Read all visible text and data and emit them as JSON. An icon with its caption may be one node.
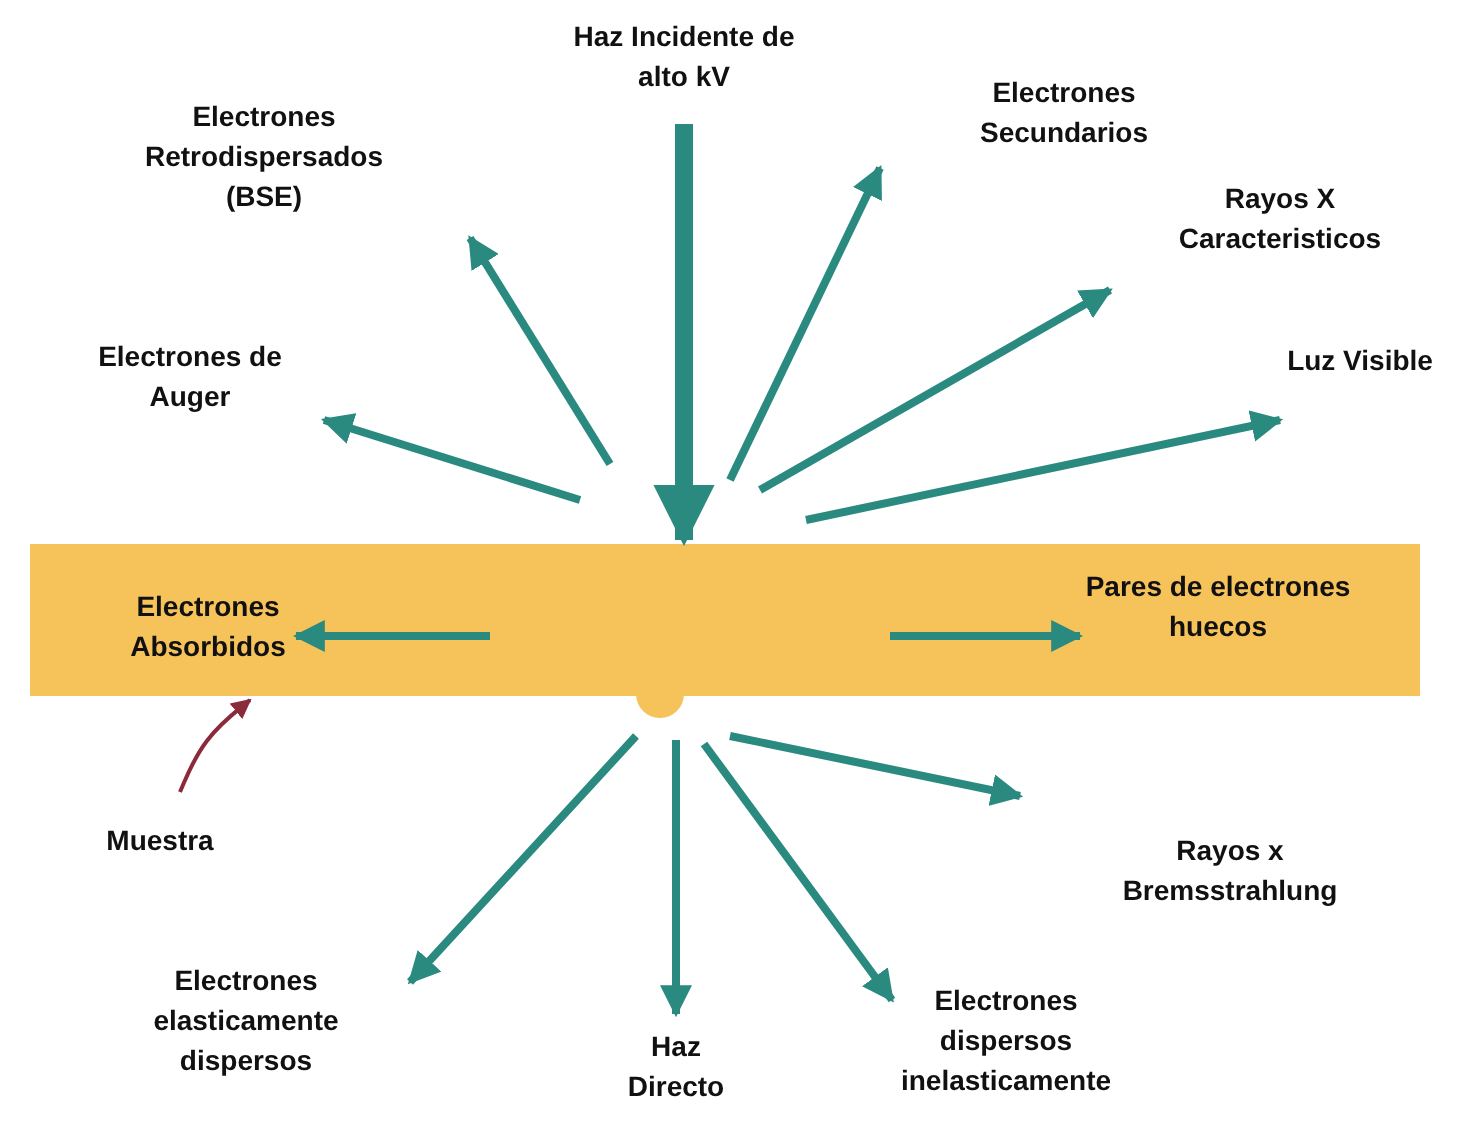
{
  "diagram": {
    "nodes": [
      {
        "text": [],
        "shape": "bar"
      },
      {
        "text": [
          "Haz Incidente de alto kV"
        ]
      },
      {
        "text": [
          "Electrones Retrodispersados (BSE)"
        ]
      },
      {
        "text": [
          "Electrones Secundarios"
        ]
      },
      {
        "text": [
          "Rayos X Caracteristicos"
        ]
      },
      {
        "text": [
          "Luz Visible"
        ]
      },
      {
        "text": [
          "Electrones de Auger"
        ]
      },
      {
        "text": [
          "Electrones Absorbidos"
        ],
        "in": 0
      },
      {
        "text": [
          "Pares de electrones huecos"
        ],
        "in": 0
      },
      {
        "text": [
          "Muestra"
        ]
      },
      {
        "text": [
          "Rayos x Bremsstrahlung"
        ]
      },
      {
        "text": [
          "Electrones elasticamente dispersos"
        ]
      },
      {
        "text": [
          "Haz Directo"
        ]
      },
      {
        "text": [
          "Electrones dispersos inelasticamente"
        ]
      }
    ],
    "edges": [
      {
        "from": 1,
        "to": 0,
        "arrow": "to",
        "style": "thick"
      },
      {
        "from": 0,
        "to": 2,
        "arrow": "to"
      },
      {
        "from": 0,
        "to": 3,
        "arrow": "to"
      },
      {
        "from": 0,
        "to": 4,
        "arrow": "to"
      },
      {
        "from": 0,
        "to": 5,
        "arrow": "to"
      },
      {
        "from": 0,
        "to": 6,
        "arrow": "to"
      },
      {
        "from": null,
        "to": 7,
        "arrow": "to"
      },
      {
        "from": null,
        "to": 8,
        "arrow": "to"
      },
      {
        "from": 9,
        "to": 0,
        "arrow": "to",
        "color": "#8b2a3a"
      },
      {
        "from": 0,
        "to": 10,
        "arrow": "to"
      },
      {
        "from": 0,
        "to": 11,
        "arrow": "to"
      },
      {
        "from": 0,
        "to": 12,
        "arrow": "to"
      },
      {
        "from": 0,
        "to": 13,
        "arrow": "to"
      }
    ]
  }
}
